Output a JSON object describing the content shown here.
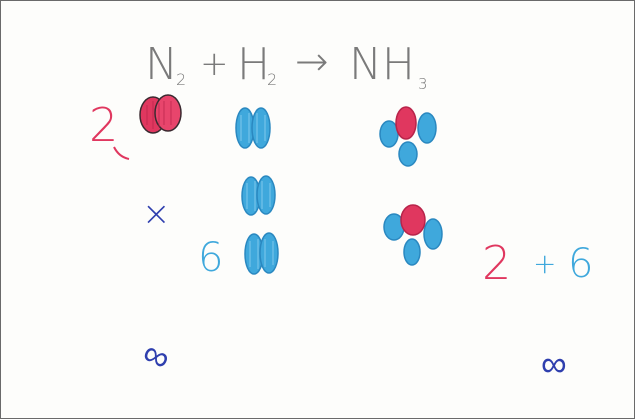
{
  "equation": {
    "n2": "N",
    "n2_sub": "2",
    "plus": "+",
    "h2": "H",
    "h2_sub": "2",
    "arrow": "→",
    "nh3": "NH",
    "nh3_sub": "3"
  },
  "annotations": {
    "coef_n2": "2",
    "times": "×",
    "coef_h2": "6",
    "infinity_left": "∞",
    "sum_left": "2",
    "sum_plus": "+",
    "sum_right": "6",
    "infinity_right": "∞"
  },
  "colors": {
    "pencil_gray": "#7a7a7a",
    "nitrogen_red": "#e0375f",
    "hydrogen_blue": "#3fa8dc",
    "ink_blue": "#2f3fae",
    "paper": "#fdfdfb",
    "frame": "#6a6a6a"
  }
}
